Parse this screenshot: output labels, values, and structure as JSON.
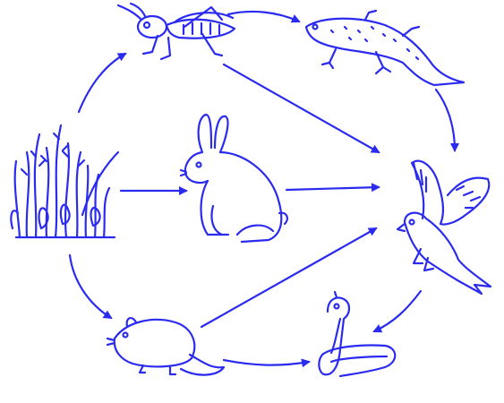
{
  "diagram": {
    "kind": "food-web",
    "ink_color": "#2b2bf0",
    "organisms": [
      {
        "id": "grass",
        "icon": "grass-icon"
      },
      {
        "id": "grasshopper",
        "icon": "grasshopper-icon"
      },
      {
        "id": "lizard",
        "icon": "lizard-icon"
      },
      {
        "id": "rabbit",
        "icon": "rabbit-icon"
      },
      {
        "id": "hawk",
        "icon": "hawk-icon"
      },
      {
        "id": "rat",
        "icon": "rat-icon"
      },
      {
        "id": "snake",
        "icon": "snake-icon"
      }
    ],
    "arrows": [
      {
        "from": "grass",
        "to": "grasshopper"
      },
      {
        "from": "grass",
        "to": "rabbit"
      },
      {
        "from": "grass",
        "to": "rat"
      },
      {
        "from": "grasshopper",
        "to": "lizard"
      },
      {
        "from": "grasshopper",
        "to": "hawk"
      },
      {
        "from": "lizard",
        "to": "hawk"
      },
      {
        "from": "rabbit",
        "to": "hawk"
      },
      {
        "from": "rat",
        "to": "hawk"
      },
      {
        "from": "rat",
        "to": "snake"
      },
      {
        "from": "hawk",
        "to": "snake"
      }
    ]
  }
}
